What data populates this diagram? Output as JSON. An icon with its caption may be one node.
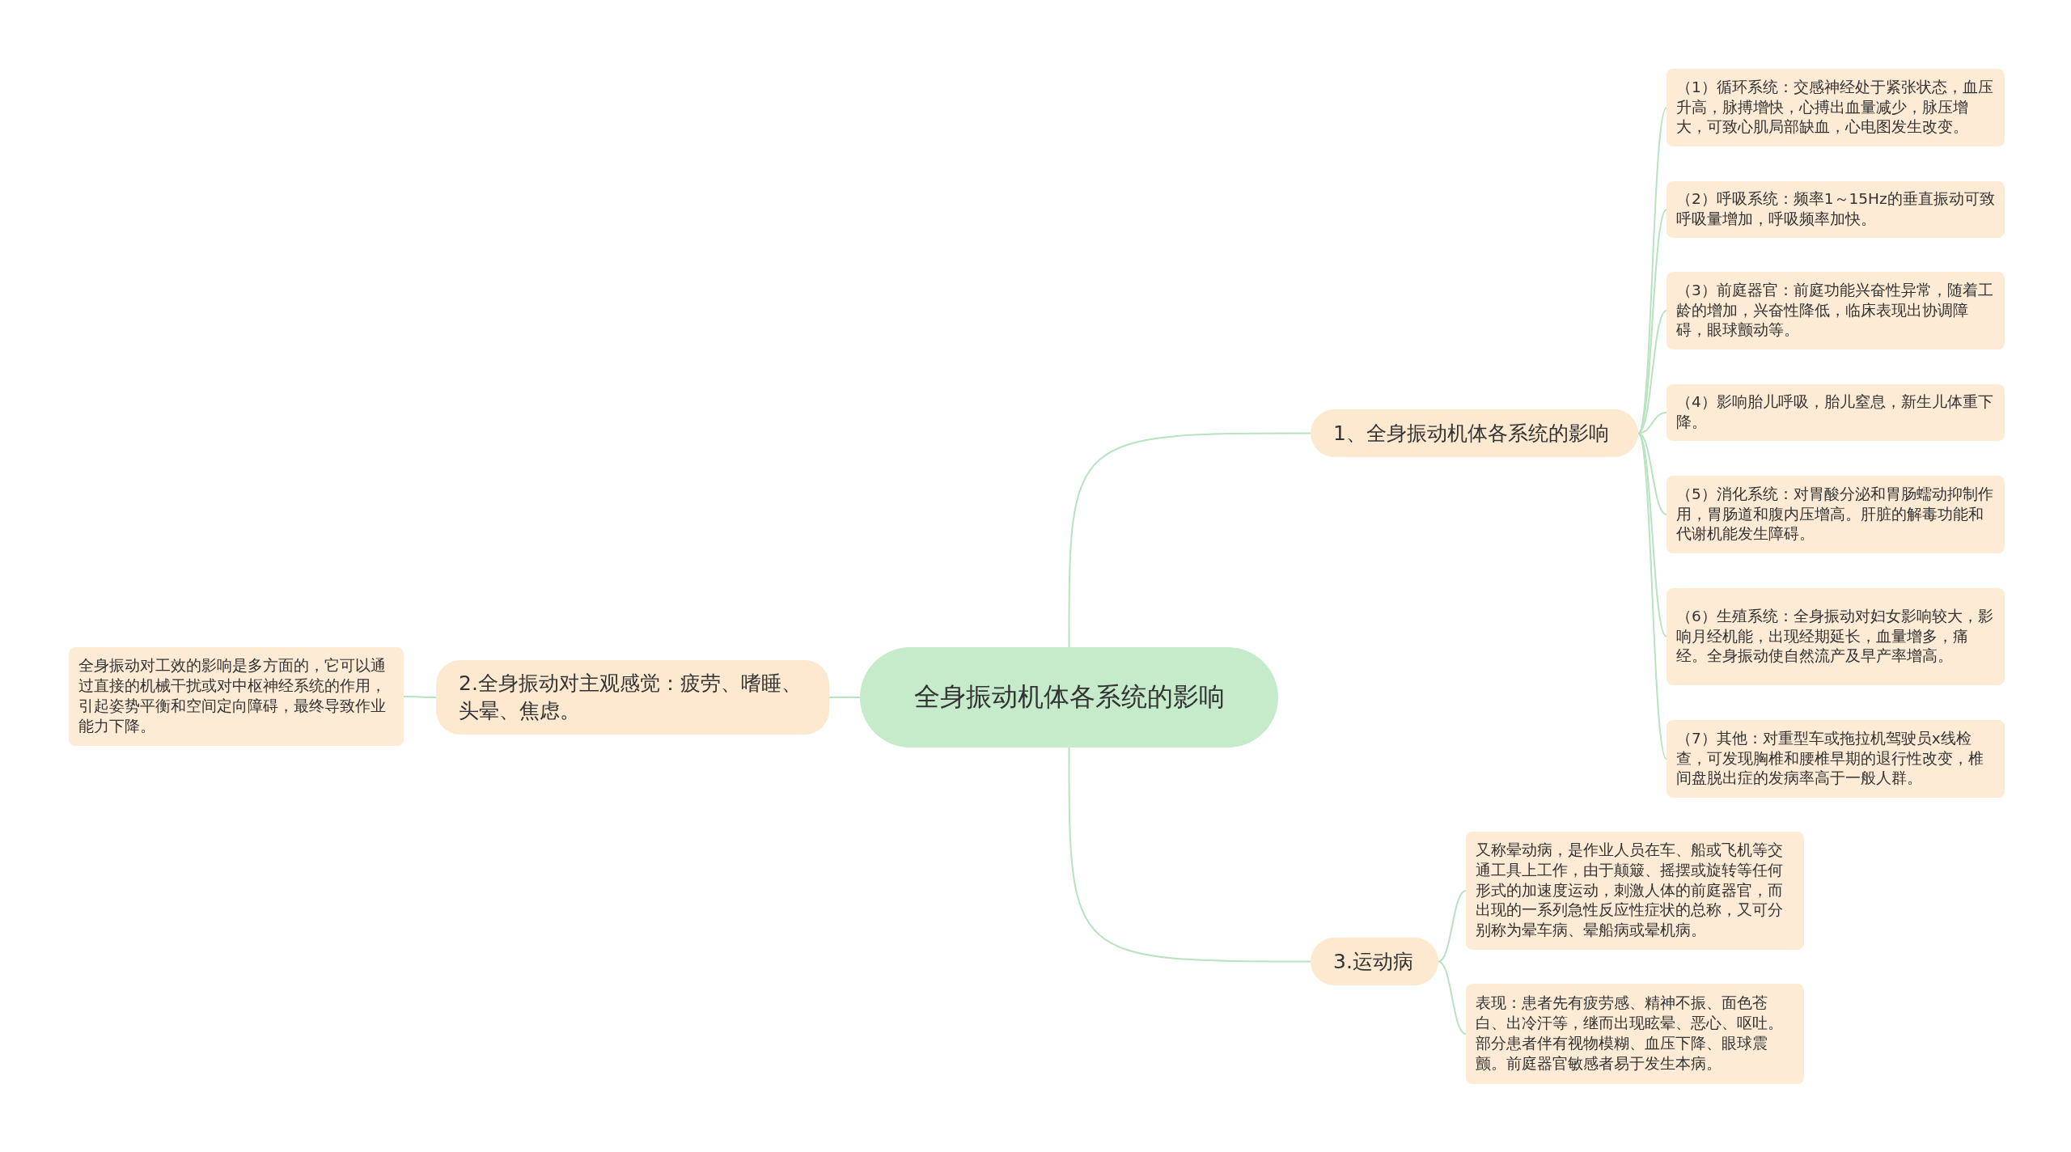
{
  "diagram": {
    "nodes": [
      {
        "text": [
          "全身振动机体各系统的影响"
        ]
      },
      {
        "text": [
          "1、全身振动机体各系统的影响"
        ]
      },
      {
        "text": [
          "（1）循环系统：交感神经处于紧张状态，血压升高，脉搏增快，心搏出血量减少，脉压增大，可致心肌局部缺血，心电图发生改变。"
        ]
      },
      {
        "text": [
          "（2）呼吸系统：频率1～15Hz的垂直振动可致呼吸量增加，呼吸频率加快。"
        ]
      },
      {
        "text": [
          "（3）前庭器官：前庭功能兴奋性异常，随着工龄的增加，兴奋性降低，临床表现出协调障碍，眼球颤动等。"
        ]
      },
      {
        "text": [
          "（4）影响胎儿呼吸，胎儿窒息，新生儿体重下降。"
        ]
      },
      {
        "text": [
          "（5）消化系统：对胃酸分泌和胃肠蠕动抑制作用，胃肠道和腹内压增高。肝脏的解毒功能和代谢机能发生障碍。"
        ]
      },
      {
        "text": [
          "（6）生殖系统：全身振动对妇女影响较大，影响月经机能，出现经期延长，血量增多，痛经。全身振动使自然流产及早产率增高。"
        ]
      },
      {
        "text": [
          "（7）其他：对重型车或拖拉机驾驶员x线检查，可发现胸椎和腰椎早期的退行性改变，椎间盘脱出症的发病率高于一般人群。"
        ]
      },
      {
        "text": [
          "2.全身振动对主观感觉：疲劳、嗜睡、头晕、焦虑。"
        ]
      },
      {
        "text": [
          "全身振动对工效的影响是多方面的，它可以通过直接的机械干扰或对中枢神经系统的作用，引起姿势平衡和空间定向障碍，最终导致作业能力下降。"
        ]
      },
      {
        "text": [
          "3.运动病"
        ]
      },
      {
        "text": [
          "又称晕动病，是作业人员在车、船或飞机等交通工具上工作，由于颠簸、摇摆或旋转等任何形式的加速度运动，刺激人体的前庭器官，而出现的一系列急性反应性症状的总称，又可分别称为晕车病、晕船病或晕机病。"
        ]
      },
      {
        "text": [
          "表现：患者先有疲劳感、精神不振、面色苍白、出冷汗等，继而出现眩晕、恶心、呕吐。部分患者伴有视物模糊、血压下降、眼球震颤。前庭器官敏感者易于发生本病。"
        ]
      }
    ],
    "edges": [
      {
        "from": 0,
        "to": 1,
        "arrow": "none"
      },
      {
        "from": 1,
        "to": 2,
        "arrow": "none"
      },
      {
        "from": 1,
        "to": 3,
        "arrow": "none"
      },
      {
        "from": 1,
        "to": 4,
        "arrow": "none"
      },
      {
        "from": 1,
        "to": 5,
        "arrow": "none"
      },
      {
        "from": 1,
        "to": 6,
        "arrow": "none"
      },
      {
        "from": 1,
        "to": 7,
        "arrow": "none"
      },
      {
        "from": 1,
        "to": 8,
        "arrow": "none"
      },
      {
        "from": 0,
        "to": 9,
        "arrow": "none"
      },
      {
        "from": 9,
        "to": 10,
        "arrow": "none"
      },
      {
        "from": 0,
        "to": 11,
        "arrow": "none"
      },
      {
        "from": 11,
        "to": 12,
        "arrow": "none"
      },
      {
        "from": 11,
        "to": 13,
        "arrow": "none"
      }
    ]
  }
}
